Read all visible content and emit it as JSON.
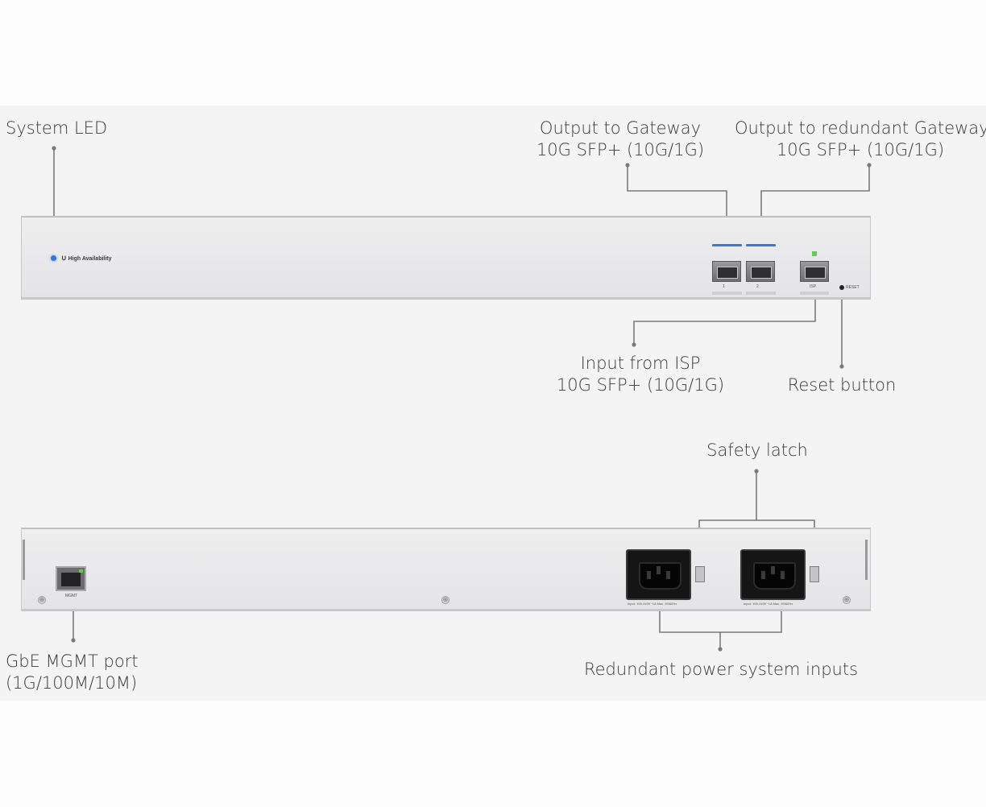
{
  "callouts": {
    "system_led": "System LED",
    "output_gateway_1": "Output to Gateway",
    "output_gateway_2": "10G SFP+ (10G/1G)",
    "output_redundant_1": "Output to redundant Gateway",
    "output_redundant_2": "10G SFP+ (10G/1G)",
    "input_isp_1": "Input from ISP",
    "input_isp_2": "10G SFP+ (10G/1G)",
    "reset_button": "Reset button",
    "safety_latch": "Safety latch",
    "mgmt_port_1": "GbE MGMT port",
    "mgmt_port_2": "(1G/100M/10M)",
    "redundant_power": "Redundant power system inputs"
  },
  "front_panel": {
    "brand_label": "High Availability",
    "port1_label": "1",
    "port2_label": "2",
    "isp_label": "ISP",
    "reset_label": "RESET"
  },
  "back_panel": {
    "mgmt_label": "MGMT",
    "psu1_rating": "Input: 100-240V~1A Max. 50/60Hz",
    "psu2_rating": "Input: 100-240V~1A Max. 50/60Hz"
  },
  "colors": {
    "background": "#f4f4f4",
    "chassis": "#e6e6e8",
    "led_blue": "#2c7be5",
    "led_green": "#5ad14a",
    "leader_line": "#7a7a7a"
  },
  "icons": {
    "brand_logo": "ubiquiti-u-icon",
    "screw": "screw-icon"
  }
}
